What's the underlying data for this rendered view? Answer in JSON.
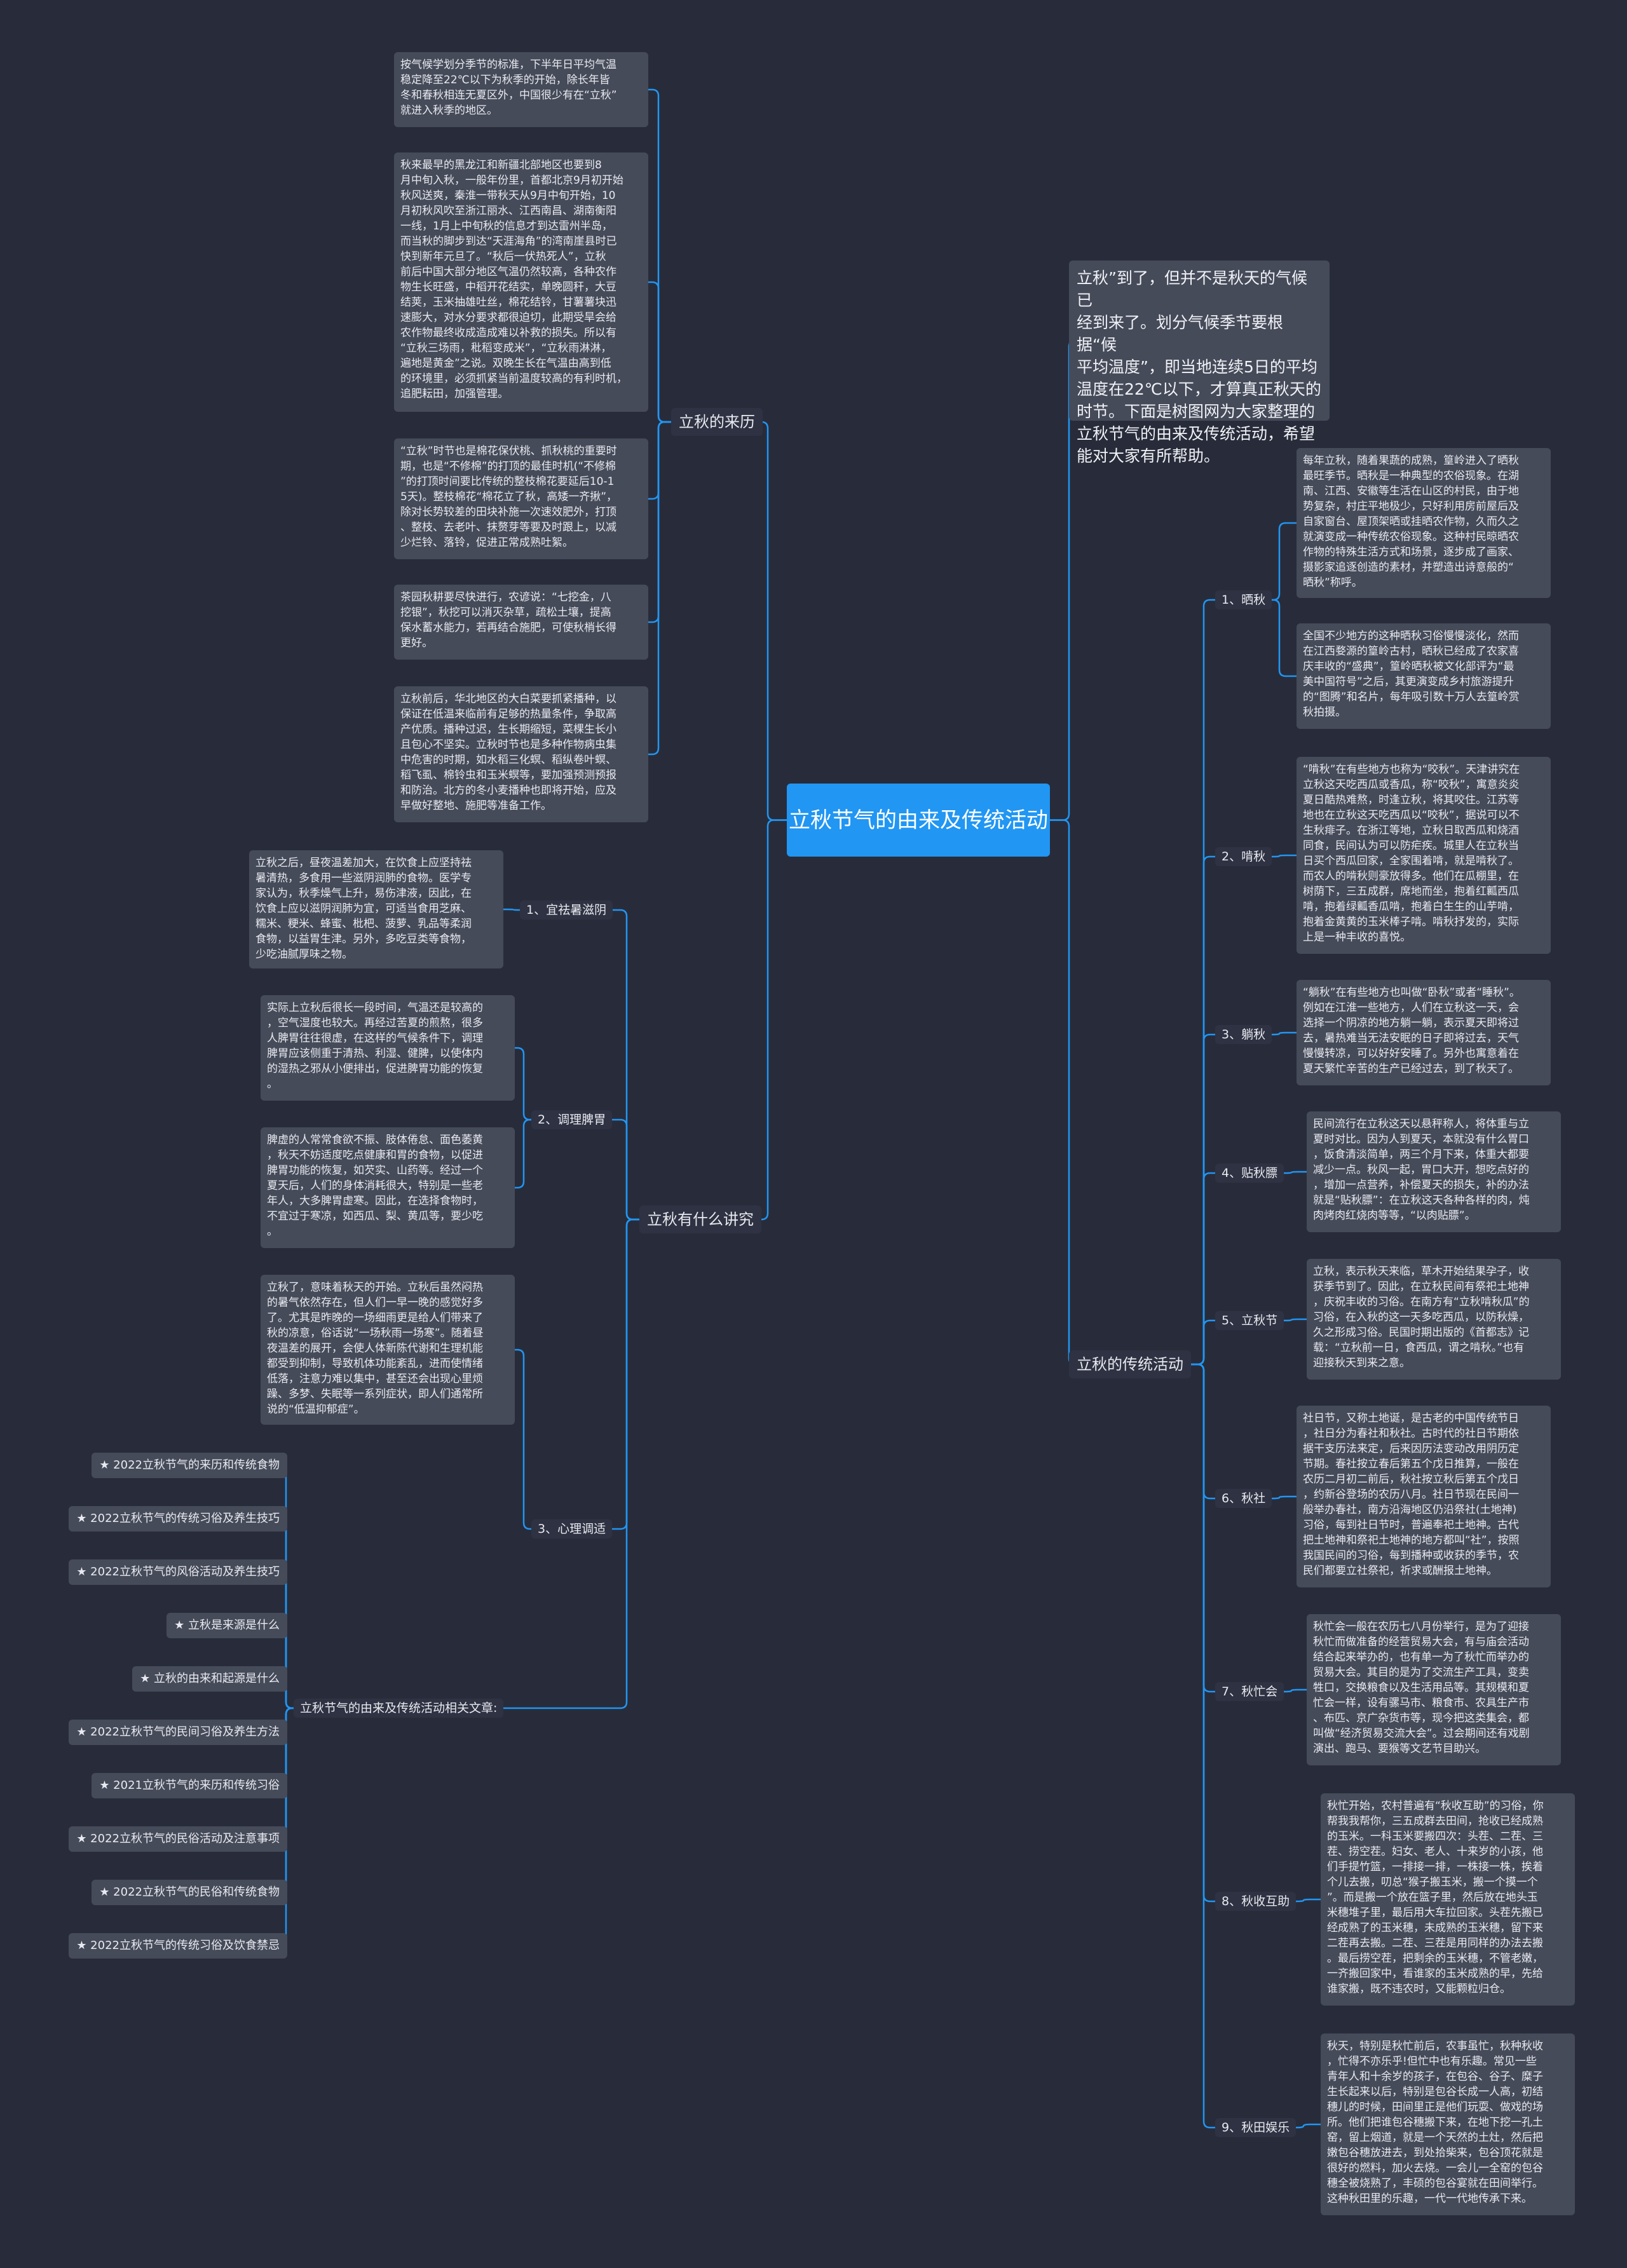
{
  "root": {
    "title": "立秋节气的由来及传统活动"
  },
  "colors": {
    "background": "#282c3a",
    "accent": "#2196f3",
    "card": "#464b5a"
  },
  "intro": "立秋”到了，但并不是秋天的气候已\n经到来了。划分气候季节要根据“候\n平均温度”，即当地连续5日的平均\n温度在22℃以下，才算真正秋天的\n时节。下面是树图网为大家整理的\n立秋节气的由来及传统活动，希望\n能对大家有所帮助。",
  "origin": {
    "label": "立秋的来历",
    "cards": [
      "按气候学划分季节的标准，下半年日平均气温\n稳定降至22℃以下为秋季的开始，除长年皆\n冬和春秋相连无夏区外，中国很少有在“立秋”\n就进入秋季的地区。",
      "秋来最早的黑龙江和新疆北部地区也要到8\n月中旬入秋，一般年份里，首都北京9月初开始\n秋风送爽，秦淮一带秋天从9月中旬开始，10\n月初秋风吹至浙江丽水、江西南昌、湖南衡阳\n一线，1月上中旬秋的信息才到达雷州半岛，\n而当秋的脚步到达“天涯海角”的湾南崖县时已\n快到新年元旦了。“秋后一伏热死人”，立秋\n前后中国大部分地区气温仍然较高，各种农作\n物生长旺盛，中稻开花结实，单晚圆秆，大豆\n结荚，玉米抽雄吐丝，棉花结铃，甘薯薯块迅\n速膨大，对水分要求都很迫切，此期受旱会给\n农作物最终收成造成难以补救的损失。所以有\n“立秋三场雨，秕稻变成米”，“立秋雨淋淋，\n遍地是黄金”之说。双晚生长在气温由高到低\n的环境里，必须抓紧当前温度较高的有利时机，\n追肥耘田，加强管理。",
      "“立秋”时节也是棉花保伏桃、抓秋桃的重要时\n期，也是“不修棉”的打顶的最佳时机(“不修棉\n”的打顶时间要比传统的整枝棉花要延后10-1\n5天)。整枝棉花“棉花立了秋，高矮一齐揪”，\n除对长势较差的田块补施一次速效肥外，打顶\n、整枝、去老叶、抹赘芽等要及时跟上，以减\n少烂铃、落铃，促进正常成熟吐絮。",
      "茶园秋耕要尽快进行，农谚说：“七挖金，八\n挖银”，秋挖可以消灭杂草，疏松土壤，提高\n保水蓄水能力，若再结合施肥，可使秋梢长得\n更好。",
      "立秋前后，华北地区的大白菜要抓紧播种，以\n保证在低温来临前有足够的热量条件，争取高\n产优质。播种过迟，生长期缩短，菜棵生长小\n且包心不坚实。立秋时节也是多种作物病虫集\n中危害的时期，如水稻三化螟、稻纵卷叶螟、\n稻飞虱、棉铃虫和玉米螟等，要加强预测预报\n和防治。北方的冬小麦播种也即将开始，应及\n早做好整地、施肥等准备工作。"
    ]
  },
  "customs": {
    "label": "立秋有什么讲究",
    "items": [
      {
        "label": "1、宜祛暑滋阴",
        "card": "立秋之后，昼夜温差加大，在饮食上应坚持祛\n暑清热，多食用一些滋阴润肺的食物。医学专\n家认为，秋季燥气上升，易伤津液，因此，在\n饮食上应以滋阴润肺为宜，可适当食用芝麻、\n糯米、粳米、蜂蜜、枇杷、菠萝、乳品等柔润\n食物，以益胃生津。另外，多吃豆类等食物，\n少吃油腻厚味之物。"
      },
      {
        "label": "2、调理脾胃",
        "cards": [
          "实际上立秋后很长一段时间，气温还是较高的\n，空气湿度也较大。再经过苦夏的煎熬，很多\n人脾胃往往很虚，在这样的气候条件下，调理\n脾胃应该侧重于清热、利湿、健脾，以使体内\n的湿热之邪从小便排出，促进脾胃功能的恢复\n。",
          "脾虚的人常常食欲不振、肢体倦怠、面色萎黄\n，秋天不妨适度吃点健康和胃的食物，以促进\n脾胃功能的恢复，如芡实、山药等。经过一个\n夏天后，人们的身体消耗很大，特别是一些老\n年人，大多脾胃虚寒。因此，在选择食物时，\n不宜过于寒凉，如西瓜、梨、黄瓜等，要少吃\n。"
        ]
      },
      {
        "label": "3、心理调适",
        "card": "立秋了，意味着秋天的开始。立秋后虽然闷热\n的暑气依然存在，但人们一早一晚的感觉好多\n了。尤其是昨晚的一场细雨更是给人们带来了\n秋的凉意，俗话说“一场秋雨一场寒”。随着昼\n夜温差的展开，会使人体新陈代谢和生理机能\n都受到抑制，导致机体功能紊乱，进而使情绪\n低落，注意力难以集中，甚至还会出现心里烦\n躁、多梦、失眠等一系列症状，即人们通常所\n说的“低温抑郁症”。"
      }
    ],
    "related": {
      "label": "立秋节气的由来及传统活动相关文章:",
      "links": [
        "★ 2022立秋节气的来历和传统食物",
        "★ 2022立秋节气的传统习俗及养生技巧",
        "★ 2022立秋节气的风俗活动及养生技巧",
        "★ 立秋是来源是什么",
        "★ 立秋的由来和起源是什么",
        "★ 2022立秋节气的民间习俗及养生方法",
        "★ 2021立秋节气的来历和传统习俗",
        "★ 2022立秋节气的民俗活动及注意事项",
        "★ 2022立秋节气的民俗和传统食物",
        "★ 2022立秋节气的传统习俗及饮食禁忌"
      ]
    }
  },
  "activities": {
    "label": "立秋的传统活动",
    "items": [
      {
        "label": "1、晒秋",
        "cards": [
          "每年立秋，随着果蔬的成熟，篁岭进入了晒秋\n最旺季节。晒秋是一种典型的农俗现象。在湖\n南、江西、安徽等生活在山区的村民，由于地\n势复杂，村庄平地极少，只好利用房前屋后及\n自家窗台、屋顶架晒或挂晒农作物，久而久之\n就演变成一种传统农俗现象。这种村民晾晒农\n作物的特殊生活方式和场景，逐步成了画家、\n摄影家追逐创造的素材，并塑造出诗意般的“\n晒秋”称呼。",
          "全国不少地方的这种晒秋习俗慢慢淡化，然而\n在江西婺源的篁岭古村，晒秋已经成了农家喜\n庆丰收的“盛典”，篁岭晒秋被文化部评为“最\n美中国符号”之后，其更演变成乡村旅游提升\n的“图腾”和名片，每年吸引数十万人去篁岭赏\n秋拍摄。"
        ]
      },
      {
        "label": "2、啃秋",
        "card": "“啃秋”在有些地方也称为“咬秋”。天津讲究在\n立秋这天吃西瓜或香瓜，称“咬秋”，寓意炎炎\n夏日酷热难熬，时逢立秋，将其咬住。江苏等\n地也在立秋这天吃西瓜以“咬秋”，据说可以不\n生秋痱子。在浙江等地，立秋日取西瓜和烧酒\n同食，民间认为可以防疟疾。城里人在立秋当\n日买个西瓜回家，全家围着啃，就是啃秋了。\n而农人的啃秋则豪放得多。他们在瓜棚里，在\n树荫下，三五成群，席地而坐，抱着红瓤西瓜\n啃，抱着绿瓤香瓜啃，抱着白生生的山芋啃，\n抱着金黄黄的玉米棒子啃。啃秋抒发的，实际\n上是一种丰收的喜悦。"
      },
      {
        "label": "3、躺秋",
        "card": "“躺秋”在有些地方也叫做“卧秋”或者“睡秋”。\n例如在江淮一些地方，人们在立秋这一天，会\n选择一个阴凉的地方躺一躺，表示夏天即将过\n去，暑热难当无法安眠的日子即将过去，天气\n慢慢转凉，可以好好安睡了。另外也寓意着在\n夏天繁忙辛苦的生产已经过去，到了秋天了。"
      },
      {
        "label": "4、贴秋膘",
        "card": "民间流行在立秋这天以悬秤称人，将体重与立\n夏时对比。因为人到夏天，本就没有什么胃口\n，饭食清淡简单，两三个月下来，体重大都要\n减少一点。秋风一起，胃口大开，想吃点好的\n，增加一点营养，补偿夏天的损失，补的办法\n就是“贴秋膘”：在立秋这天各种各样的肉，炖\n肉烤肉红烧肉等等，“以肉贴膘”。"
      },
      {
        "label": "5、立秋节",
        "card": "立秋，表示秋天来临，草木开始结果孕子，收\n获季节到了。因此，在立秋民间有祭祀土地神\n，庆祝丰收的习俗。在南方有“立秋啃秋瓜”的\n习俗，在入秋的这一天多吃西瓜，以防秋燥，\n久之形成习俗。民国时期出版的《首都志》记\n载：“立秋前一日，食西瓜，谓之啃秋。”也有\n迎接秋天到来之意。"
      },
      {
        "label": "6、秋社",
        "card": "社日节，又称土地诞，是古老的中国传统节日\n，社日分为春社和秋社。古时代的社日节期依\n据干支历法来定，后来因历法变动改用阴历定\n节期。春社按立春后第五个戊日推算，一般在\n农历二月初二前后，秋社按立秋后第五个戊日\n，约新谷登场的农历八月。社日节现在民间一\n般举办春社，南方沿海地区仍沿祭社(土地神)\n习俗，每到社日节时，普遍奉祀土地神。古代\n把土地神和祭祀土地神的地方都叫“社”，按照\n我国民间的习俗，每到播种或收获的季节，农\n民们都要立社祭祀，祈求或酬报土地神。"
      },
      {
        "label": "7、秋忙会",
        "card": "秋忙会一般在农历七八月份举行，是为了迎接\n秋忙而做准备的经营贸易大会，有与庙会活动\n结合起来举办的，也有单一为了秋忙而举办的\n贸易大会。其目的是为了交流生产工具，变卖\n牲口，交换粮食以及生活用品等。其规模和夏\n忙会一样，设有骡马市、粮食市、农具生产市\n、布匹、京广杂货市等，现今把这类集会，都\n叫做“经济贸易交流大会”。过会期间还有戏剧\n演出、跑马、要猴等文艺节目助兴。"
      },
      {
        "label": "8、秋收互助",
        "card": "秋忙开始，农村普遍有“秋收互助”的习俗，你\n帮我我帮你，三五成群去田间，抢收已经成熟\n的玉米。一科玉米要搬四次：头茬、二茬、三\n茬、捞空茬。妇女、老人、十来岁的小孩，他\n们手提竹篮，一排接一排，一株接一株，挨着\n个儿去搬，叨总“猴子搬玉米，搬一个摸一个\n”。而是搬一个放在篮子里，然后放在地头玉\n米穗堆子里，最后用大车拉回家。头茬先搬已\n经成熟了的玉米穗，未成熟的玉米穗，留下来\n二茬再去搬。二茬、三茬是用同样的办法去搬\n。最后捞空茬，把剩余的玉米穗，不管老嫩，\n一齐搬回家中，看谁家的玉米成熟的早，先给\n谁家搬，既不违农时，又能颗粒归仓。"
      },
      {
        "label": "9、秋田娱乐",
        "card": "秋天，特别是秋忙前后，农事虽忙，秋种秋收\n，忙得不亦乐乎!但忙中也有乐趣。常见一些\n青年人和十余岁的孩子，在包谷、谷子、糜子\n生长起来以后，特别是包谷长成一人高，初结\n穗儿的时候，田间里正是他们玩耍、做戏的场\n所。他们把谁包谷穗搬下来，在地下挖一孔土\n窑，留上烟道，就是一个天然的土灶，然后把\n嫩包谷穗放进去，到处拾柴来，包谷顶花就是\n很好的燃料，加火去烧。一会儿一全窑的包谷\n穗全被烧熟了，丰硕的包谷宴就在田间举行。\n这种秋田里的乐趣，一代一代地传承下来。"
      }
    ]
  }
}
